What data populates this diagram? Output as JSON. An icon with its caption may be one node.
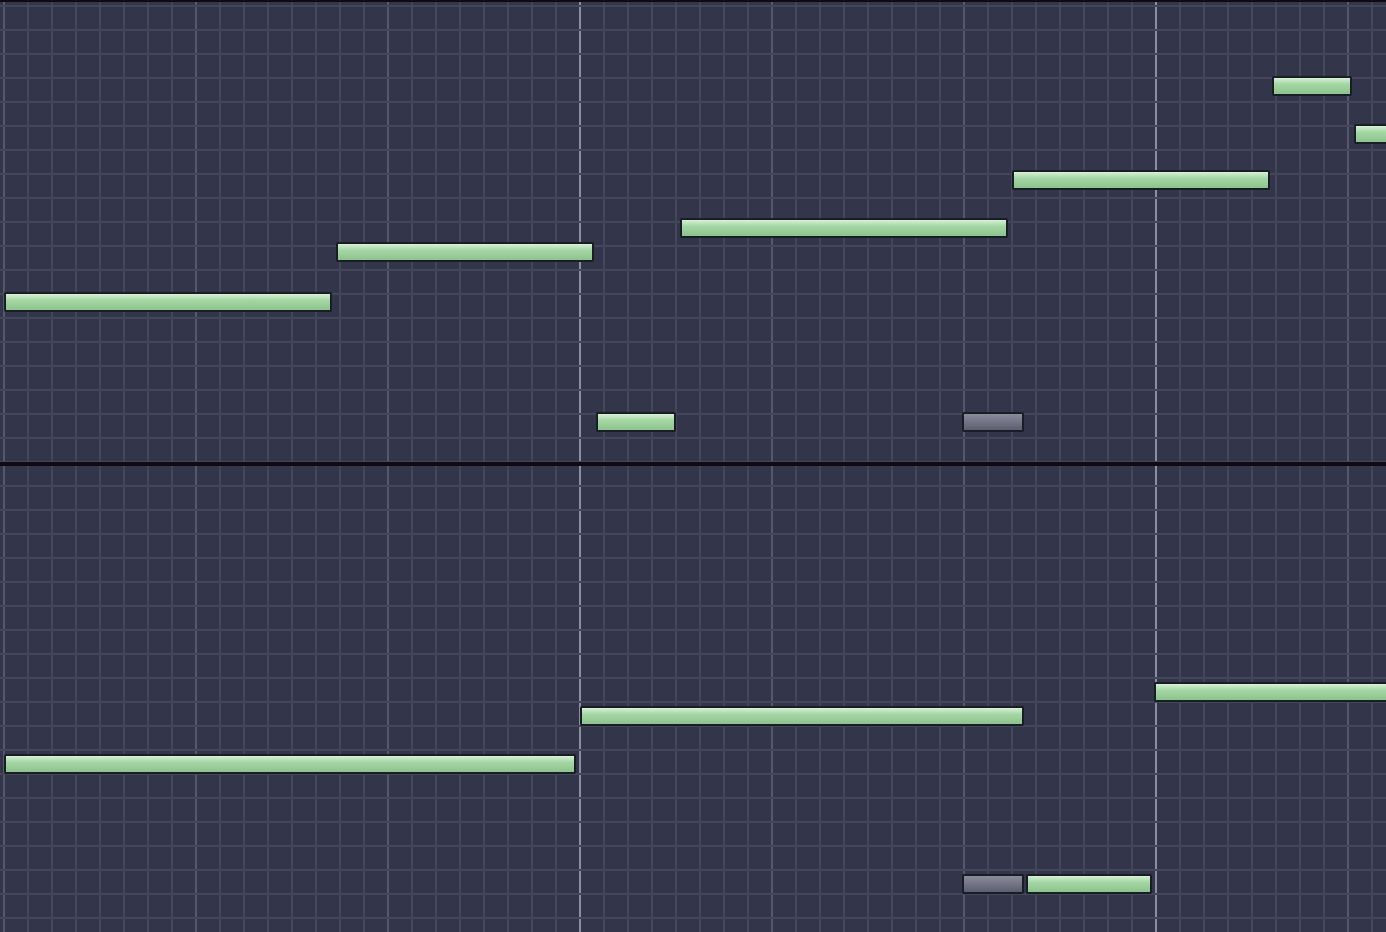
{
  "diagram": {
    "nodes": [
      {
        "text": [],
        "shape": "bar"
      },
      {
        "text": [],
        "shape": "bar"
      },
      {
        "text": [],
        "shape": "bar"
      },
      {
        "text": [],
        "shape": "bar"
      },
      {
        "text": [],
        "shape": "bar"
      },
      {
        "text": [],
        "shape": "bar"
      },
      {
        "text": [],
        "shape": "bar"
      },
      {
        "text": [],
        "shape": "bar"
      },
      {
        "text": [],
        "shape": "bar"
      },
      {
        "text": [],
        "shape": "bar"
      },
      {
        "text": [],
        "shape": "bar"
      },
      {
        "text": [],
        "shape": "bar"
      },
      {
        "text": [],
        "shape": "bar"
      }
    ]
  }
}
